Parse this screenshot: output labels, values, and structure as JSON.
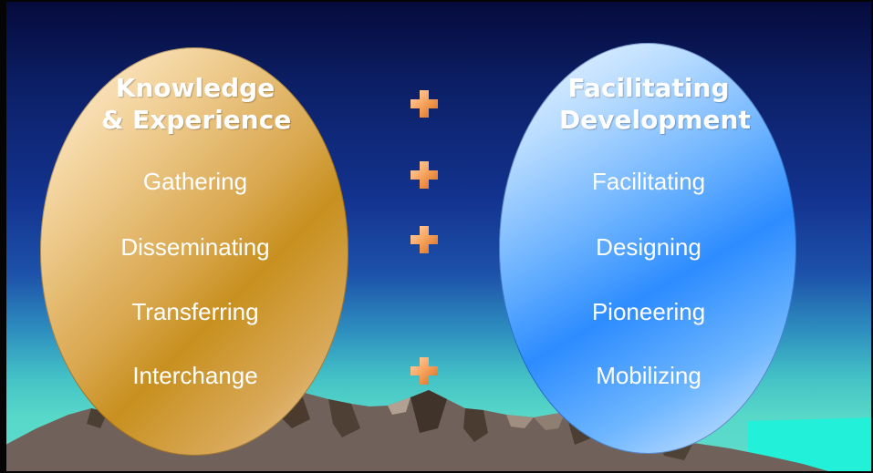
{
  "left_group": {
    "heading_line1": "Knowledge",
    "heading_line2": "& Experience",
    "items": [
      "Gathering",
      "Disseminating",
      "Transferring",
      "Interchange"
    ],
    "color": "#d4a24a"
  },
  "right_group": {
    "heading_line1": "Facilitating",
    "heading_line2": "Development",
    "items": [
      "Facilitating",
      "Designing",
      "Pioneering",
      "Mobilizing"
    ],
    "color": "#3b93ff"
  },
  "connectors": {
    "icon": "plus-icon",
    "color": "#f7a25b",
    "count": 4
  }
}
